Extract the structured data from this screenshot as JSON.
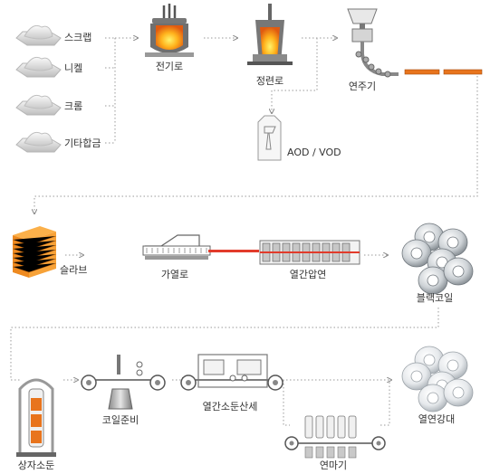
{
  "materials": {
    "scrap": "스크랩",
    "nickel": "니켈",
    "chrome": "크롬",
    "other_alloy": "기타합금"
  },
  "steps": {
    "eaf": "전기로",
    "refining": "정련로",
    "aod_vod": "AOD / VOD",
    "continuous_casting": "연주기",
    "slab": "슬라브",
    "reheating_furnace": "가열로",
    "hot_rolling": "열간압연",
    "black_coil": "블랙코일",
    "box_annealing": "상자소둔",
    "coil_preparation": "코일준비",
    "hot_annealing_pickling": "열간소둔산세",
    "grinding": "연마기",
    "hot_rolled_annealed": "열연강대"
  },
  "colors": {
    "accent": "#e8741d",
    "line": "#999999",
    "text": "#333333"
  }
}
